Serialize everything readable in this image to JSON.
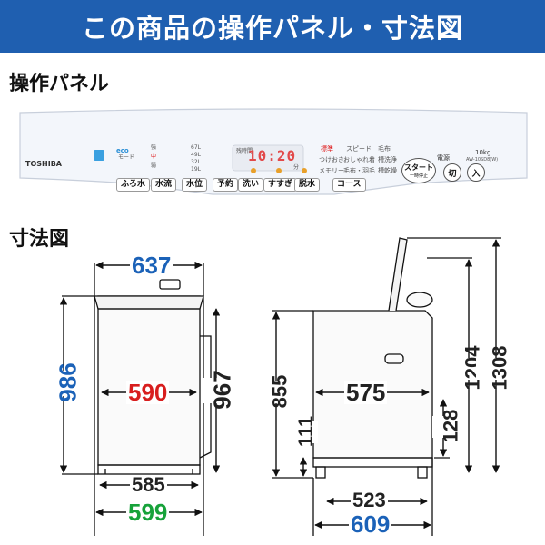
{
  "banner": {
    "title": "この商品の操作パネル・寸法図"
  },
  "sections": {
    "panel_heading": "操作パネル",
    "dimensions_heading": "寸法図"
  },
  "panel": {
    "brand": "TOSHIBA",
    "eco_label": "eco",
    "eco_sub": "モード",
    "wash_options": [
      "洗い",
      "すすぎ",
      "脱水"
    ],
    "levels_left": [
      "強",
      "中",
      "弱"
    ],
    "water_levels": [
      "67L",
      "49L",
      "32L",
      "19L"
    ],
    "lcd": {
      "label": "残時間",
      "digits": "10:20",
      "unit": "分"
    },
    "course_mid": [
      "標準",
      "つけおき",
      "メモリー"
    ],
    "course_right1": [
      "スピード",
      "おしゃれ着",
      "毛布・羽毛"
    ],
    "course_right2": [
      "毛布",
      "槽洗浄",
      "槽乾燥"
    ],
    "capacity": "10kg",
    "model": "AW-10SD8(W)",
    "power_label": "電源",
    "buttons": {
      "bath": "ふろ水",
      "flow": "水流",
      "level": "水位",
      "timer": "予約",
      "wash": "洗い",
      "rinse": "すすぎ",
      "spin": "脱水",
      "course": "コース",
      "start": "スタート",
      "start_sub": "一時停止",
      "off": "切",
      "on": "入"
    }
  },
  "dimensions": {
    "top_width": "637",
    "height_left": "986",
    "inner_width": "590",
    "height_right": "967",
    "base_width": "585",
    "foot_width": "599",
    "side_height": "855",
    "depth": "575",
    "base_height": "111",
    "lid_open_height": "1204",
    "lid_open_total": "1308",
    "side_gap": "128",
    "base_depth": "523",
    "total_depth": "609"
  },
  "colors": {
    "banner": "#1f5fb0",
    "dim_blue": "#1b62b8",
    "dim_red": "#d81e1e",
    "dim_green": "#17a23a"
  }
}
